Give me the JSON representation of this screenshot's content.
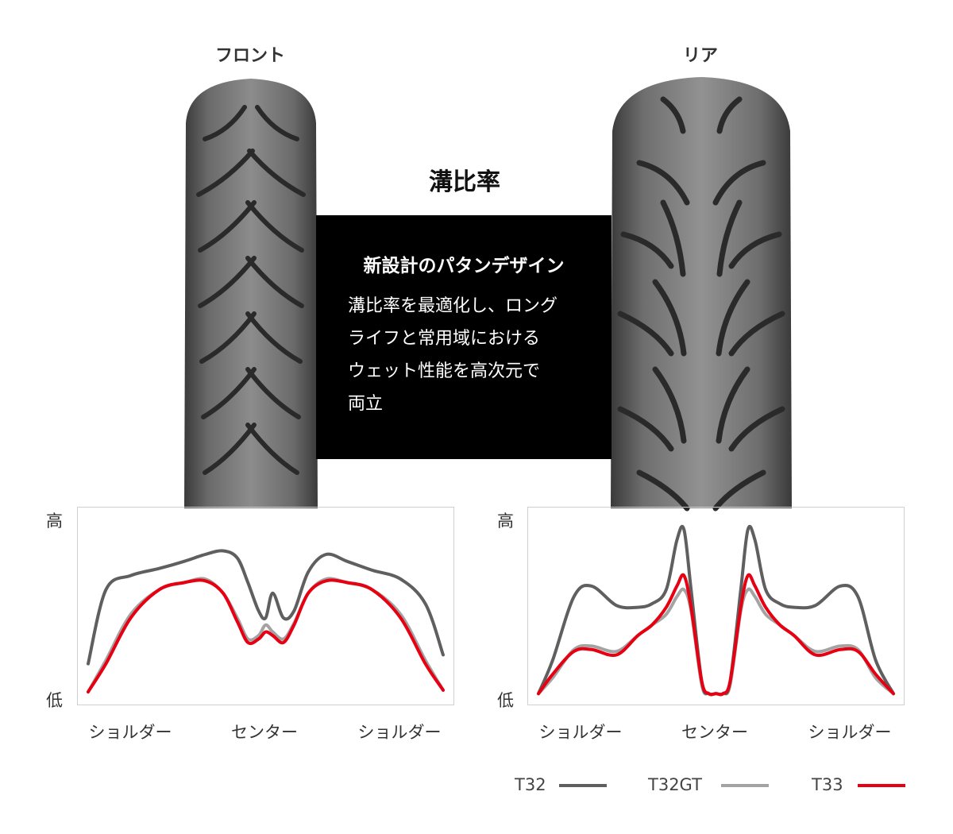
{
  "tires": {
    "front_label": "フロント",
    "rear_label": "リア"
  },
  "title": "溝比率",
  "info": {
    "heading": "新設計のパタンデザイン",
    "lines": [
      "溝比率を最適化し、ロング",
      "ライフと常用域における",
      "ウェット性能を高次元で",
      "両立"
    ]
  },
  "colors": {
    "T32": "#5f5f5f",
    "T32GT": "#a3a3a3",
    "T33": "#e60012",
    "frame": "#d0d0d0",
    "box": "#000000"
  },
  "chart_data": [
    {
      "type": "line",
      "panel": "front",
      "y_tick_labels": [
        "高",
        "低"
      ],
      "x_tick_labels": [
        "ショルダー",
        "センター",
        "ショルダー"
      ],
      "x": [
        0,
        0.05,
        0.12,
        0.2,
        0.27,
        0.33,
        0.38,
        0.42,
        0.45,
        0.48,
        0.5,
        0.52,
        0.55,
        0.58,
        0.62,
        0.67,
        0.73,
        0.8,
        0.88,
        0.95,
        1
      ],
      "series": [
        {
          "name": "T32",
          "values": [
            0.2,
            0.62,
            0.7,
            0.74,
            0.78,
            0.82,
            0.84,
            0.8,
            0.66,
            0.5,
            0.46,
            0.6,
            0.46,
            0.5,
            0.72,
            0.82,
            0.78,
            0.73,
            0.68,
            0.54,
            0.25
          ]
        },
        {
          "name": "T32GT",
          "values": [
            0.04,
            0.22,
            0.48,
            0.62,
            0.66,
            0.68,
            0.6,
            0.46,
            0.34,
            0.36,
            0.42,
            0.38,
            0.34,
            0.43,
            0.6,
            0.68,
            0.66,
            0.62,
            0.48,
            0.22,
            0.05
          ]
        },
        {
          "name": "T33",
          "values": [
            0.04,
            0.2,
            0.46,
            0.62,
            0.66,
            0.67,
            0.6,
            0.44,
            0.32,
            0.34,
            0.38,
            0.36,
            0.32,
            0.42,
            0.6,
            0.67,
            0.66,
            0.62,
            0.46,
            0.2,
            0.05
          ]
        }
      ]
    },
    {
      "type": "line",
      "panel": "rear",
      "y_tick_labels": [
        "高",
        "低"
      ],
      "x_tick_labels": [
        "ショルダー",
        "センター",
        "ショルダー"
      ],
      "x": [
        0,
        0.04,
        0.1,
        0.15,
        0.22,
        0.28,
        0.32,
        0.36,
        0.39,
        0.41,
        0.43,
        0.46,
        0.48,
        0.5,
        0.52,
        0.54,
        0.57,
        0.59,
        0.61,
        0.64,
        0.68,
        0.72,
        0.78,
        0.85,
        0.9,
        0.95,
        1
      ],
      "series": [
        {
          "name": "T32",
          "values": [
            0.03,
            0.22,
            0.58,
            0.64,
            0.53,
            0.52,
            0.54,
            0.62,
            0.9,
            0.96,
            0.62,
            0.1,
            0.03,
            0.03,
            0.03,
            0.1,
            0.62,
            0.96,
            0.9,
            0.62,
            0.54,
            0.52,
            0.53,
            0.64,
            0.58,
            0.22,
            0.03
          ]
        },
        {
          "name": "T32GT",
          "values": [
            0.03,
            0.12,
            0.28,
            0.3,
            0.27,
            0.36,
            0.42,
            0.48,
            0.58,
            0.62,
            0.5,
            0.08,
            0.03,
            0.03,
            0.03,
            0.08,
            0.5,
            0.62,
            0.58,
            0.48,
            0.42,
            0.36,
            0.27,
            0.3,
            0.28,
            0.12,
            0.03
          ]
        },
        {
          "name": "T33",
          "values": [
            0.03,
            0.14,
            0.27,
            0.28,
            0.25,
            0.36,
            0.42,
            0.52,
            0.64,
            0.7,
            0.52,
            0.1,
            0.03,
            0.03,
            0.03,
            0.1,
            0.52,
            0.7,
            0.64,
            0.52,
            0.42,
            0.36,
            0.25,
            0.28,
            0.27,
            0.14,
            0.03
          ]
        }
      ]
    }
  ],
  "legend": [
    {
      "name": "T32",
      "label": "T32"
    },
    {
      "name": "T32GT",
      "label": "T32GT"
    },
    {
      "name": "T33",
      "label": "T33"
    }
  ]
}
